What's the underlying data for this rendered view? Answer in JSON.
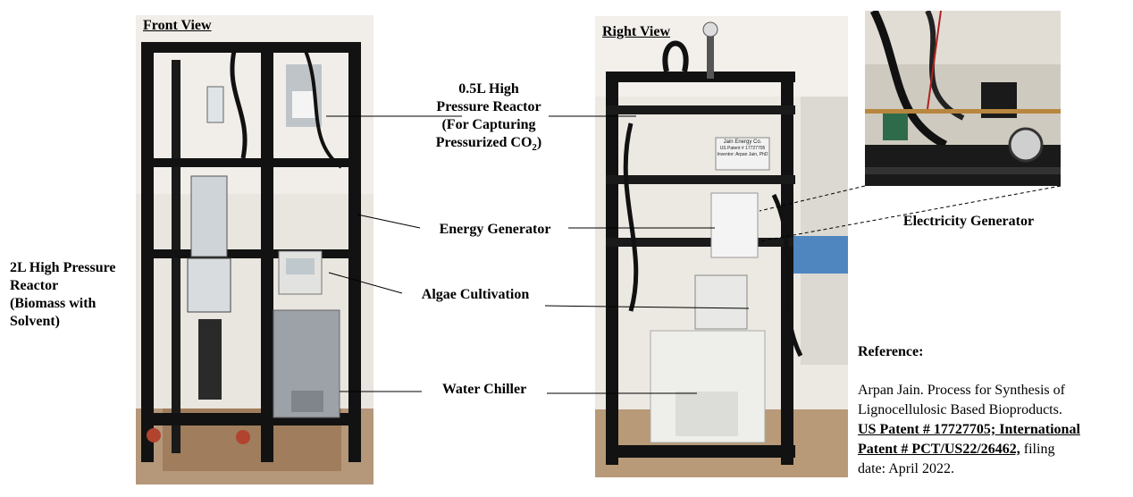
{
  "front_view": {
    "title": "Front View"
  },
  "right_view": {
    "title": "Right View"
  },
  "labels": {
    "reactor_05l": [
      "0.5L High",
      "Pressure Reactor",
      "(For Capturing",
      "Pressurized CO",
      "2",
      ")"
    ],
    "energy_generator": "Energy Generator",
    "algae_cultivation": "Algae Cultivation",
    "water_chiller": "Water Chiller",
    "reactor_2l": [
      "2L High Pressure",
      "Reactor",
      "(Biomass with",
      "Solvent)"
    ],
    "electricity_generator": "Electricity Generator"
  },
  "reference": {
    "heading": "Reference:",
    "line1": "Arpan Jain.  Process for Synthesis of",
    "line2": "Lignocellulosic  Based Bioproducts.",
    "patent1": "US Patent # 17727705; International",
    "patent2": "Patent # PCT/US22/26462,",
    "tail1": " filing",
    "tail2": "date: April 2022."
  },
  "plaque": {
    "line1": "Jain Energy Co.",
    "line2": "US Patent # 17727705",
    "line3": "Inventor: Arpan Jain, PhD"
  },
  "colors": {
    "frame": "#121212",
    "wall": "#ece8e2",
    "floor": "#b89a78",
    "chiller": "#9aa0a6",
    "white_unit": "#eeeeea"
  }
}
